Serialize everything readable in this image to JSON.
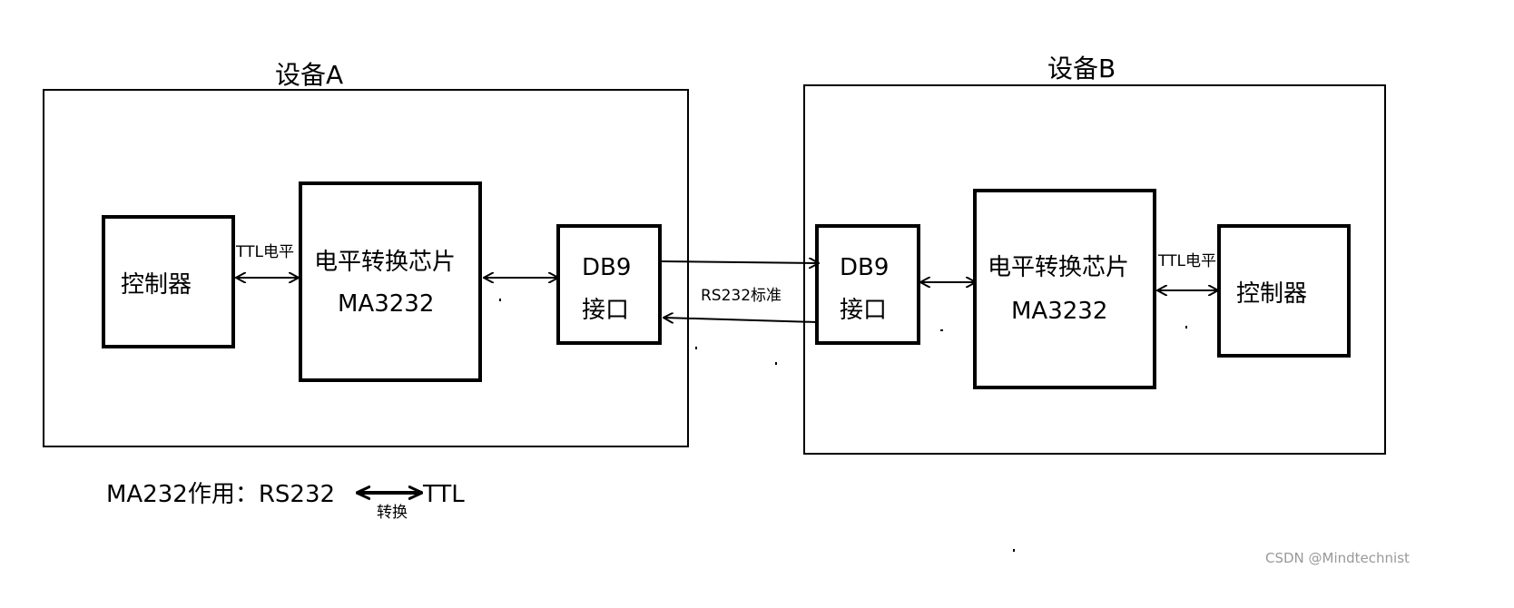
{
  "device_a": {
    "title": "设备A",
    "controller": "控制器",
    "ttl_label": "TTL电平",
    "chip_line1": "电平转换芯片",
    "chip_line2": "MA3232",
    "db9_line1": "DB9",
    "db9_line2": "接口"
  },
  "device_b": {
    "title": "设备B",
    "controller": "控制器",
    "ttl_label": "TTL电平",
    "chip_line1": "电平转换芯片",
    "chip_line2": "MA3232",
    "db9_line1": "DB9",
    "db9_line2": "接口"
  },
  "link_label": "RS232标准",
  "note": {
    "prefix": "MA232作用：RS232",
    "suffix": "TTL",
    "arrow_label": "转换"
  },
  "watermark": "CSDN @Mindtechnist",
  "colors": {
    "stroke": "#000000",
    "watermark": "#999999"
  }
}
